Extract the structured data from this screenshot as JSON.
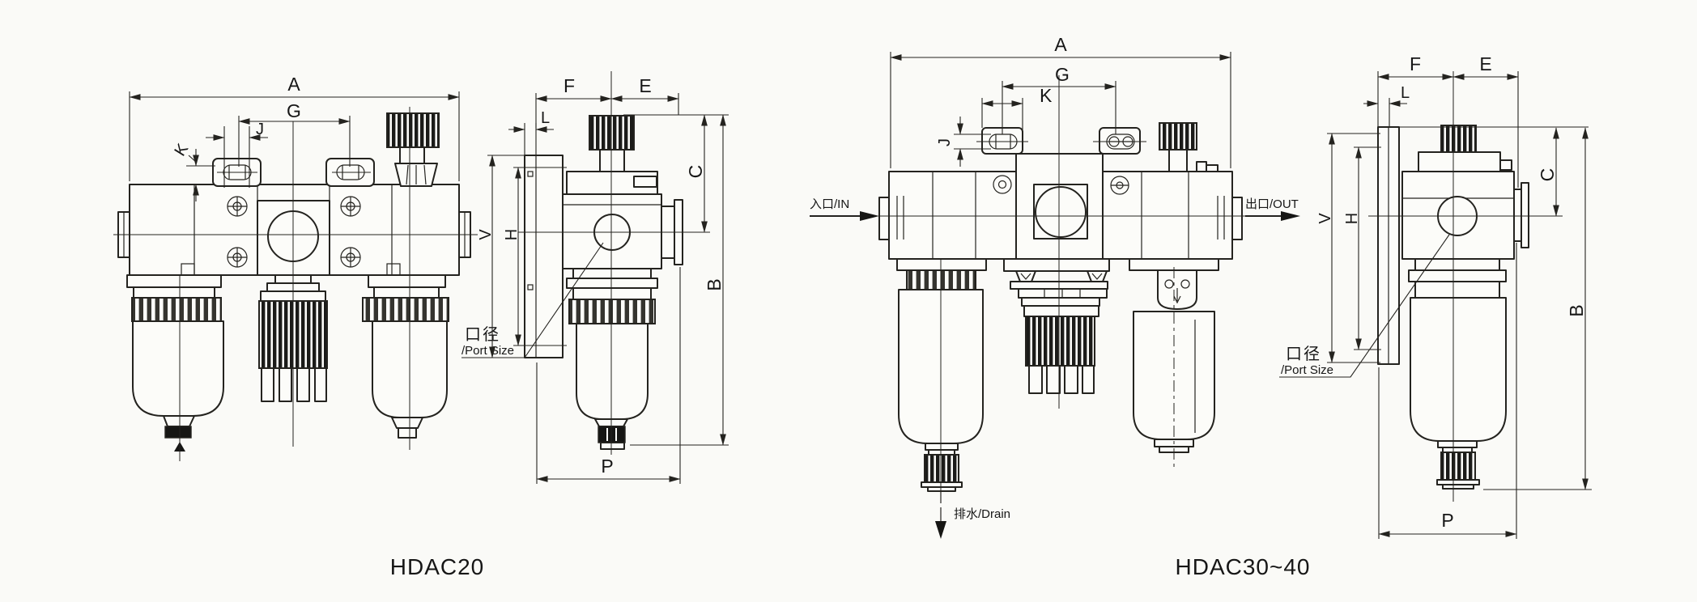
{
  "colors": {
    "background": "#fafaf7",
    "line": "#24231f",
    "dark_fill": "#161614"
  },
  "figures": {
    "hdac20": {
      "caption": "HDAC20",
      "front_dims": {
        "A": "A",
        "G": "G",
        "J": "J",
        "K": "K"
      },
      "side_dims": {
        "F": "F",
        "E": "E",
        "L": "L",
        "V": "V",
        "H": "H",
        "C": "C",
        "B": "B",
        "P": "P"
      },
      "port_callout": {
        "cn": "口径",
        "en": "/Port Size"
      }
    },
    "hdac30_40": {
      "caption": "HDAC30~40",
      "front_dims": {
        "A": "A",
        "G": "G",
        "K": "K",
        "J": "J"
      },
      "side_dims": {
        "F": "F",
        "E": "E",
        "L": "L",
        "V": "V",
        "H": "H",
        "C": "C",
        "B": "B",
        "P": "P"
      },
      "port_callout": {
        "cn": "口径",
        "en": "/Port Size"
      },
      "inlet_label": "入口/IN",
      "outlet_label": "出口/OUT",
      "drain_label": "排水/Drain"
    }
  }
}
